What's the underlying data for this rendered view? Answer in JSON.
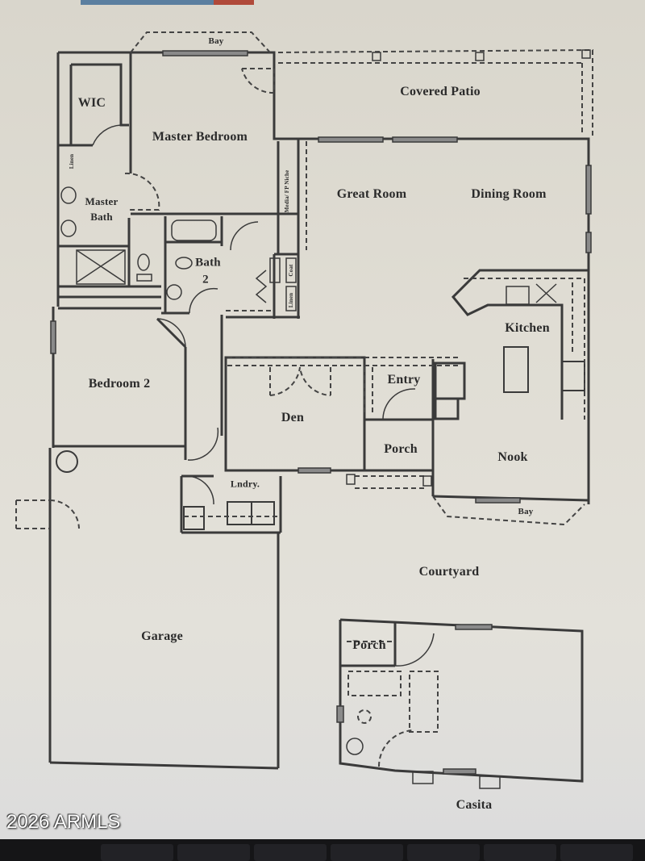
{
  "plan": {
    "rooms": {
      "bay_top": "Bay",
      "covered_patio": "Covered Patio",
      "wic": "WIC",
      "master_bedroom": "Master Bedroom",
      "master_bath_line1": "Master",
      "master_bath_line2": "Bath",
      "media_niche": "Media/ FP Niche",
      "great_room": "Great Room",
      "dining_room": "Dining Room",
      "bath2_line1": "Bath",
      "bath2_line2": "2",
      "coat": "Coat",
      "linen": "Linen",
      "kitchen": "Kitchen",
      "bedroom2": "Bedroom 2",
      "den": "Den",
      "entry": "Entry",
      "porch": "Porch",
      "nook": "Nook",
      "bay_nook": "Bay",
      "laundry": "Lndry.",
      "courtyard": "Courtyard",
      "garage": "Garage",
      "casita_porch": "Porch",
      "casita": "Casita",
      "linen_master": "Linen"
    }
  },
  "watermark": "2026 ARMLS",
  "colors": {
    "paper": "#e0ddd4",
    "wall": "#3a3a3a",
    "text": "#2b2b2b"
  }
}
